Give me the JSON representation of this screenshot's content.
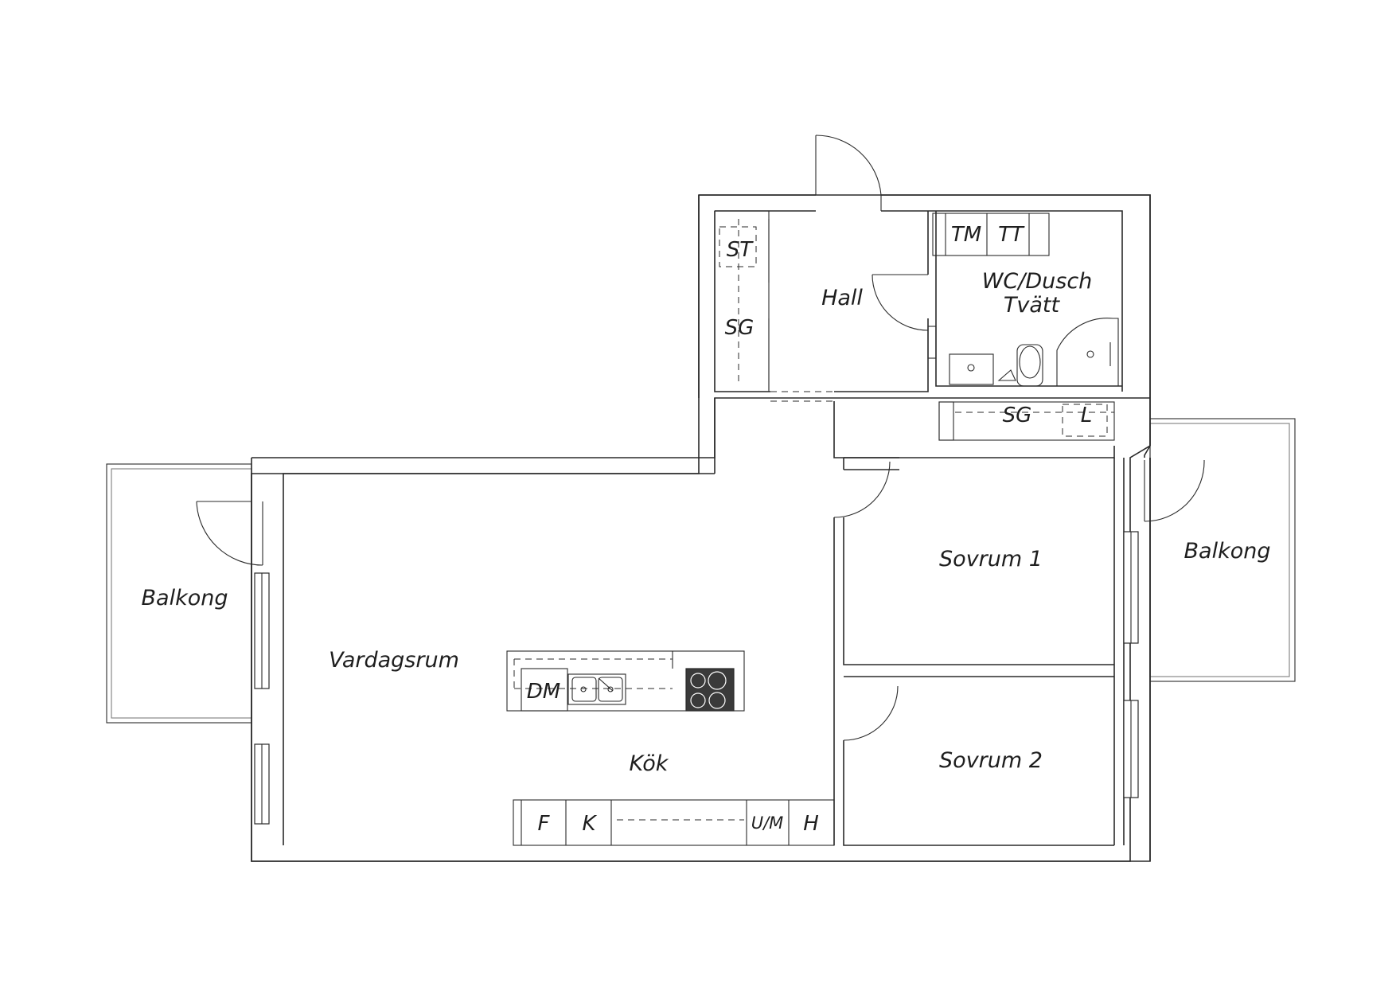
{
  "rooms": {
    "hall": "Hall",
    "wc_line1": "WC/Dusch",
    "wc_line2": "Tvätt",
    "vardagsrum": "Vardagsrum",
    "kok": "Kök",
    "sovrum1": "Sovrum 1",
    "sovrum2": "Sovrum 2",
    "balkong_left": "Balkong",
    "balkong_right": "Balkong"
  },
  "fixtures": {
    "st": "ST",
    "sg_hall": "SG",
    "tm": "TM",
    "tt": "TT",
    "sg_corridor": "SG",
    "l": "L",
    "dm": "DM",
    "f": "F",
    "k": "K",
    "um": "U/M",
    "h": "H"
  },
  "colors": {
    "line": "#2a2a2a",
    "background": "#ffffff",
    "stove": "#3a3a3a"
  }
}
